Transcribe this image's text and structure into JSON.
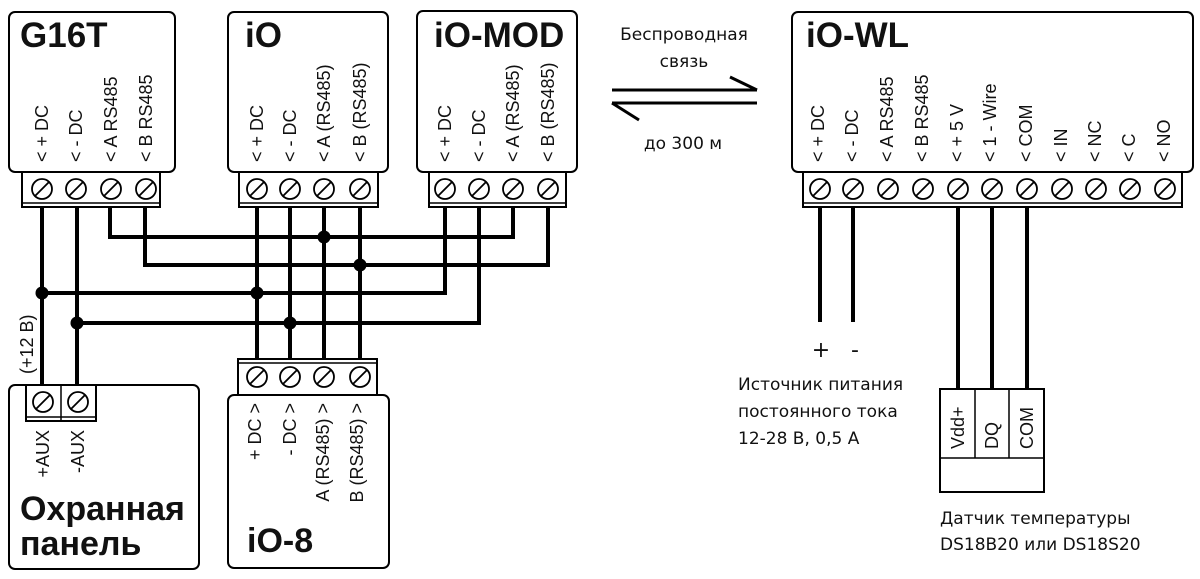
{
  "devices": {
    "g16t": {
      "title": "G16T",
      "terminals": [
        "< + DC",
        "< - DC",
        "< A RS485",
        "< B RS485"
      ]
    },
    "io": {
      "title": "iO",
      "terminals": [
        "< + DC",
        "< - DC",
        "< A (RS485)",
        "< B (RS485)"
      ]
    },
    "io_mod": {
      "title": "iO-MOD",
      "terminals": [
        "< + DC",
        "< - DC",
        "< A (RS485)",
        "< B (RS485)"
      ]
    },
    "io_wl": {
      "title": "iO-WL",
      "terminals": [
        "< + DC",
        "< - DC",
        "< A RS485",
        "< B RS485",
        "< + 5 V",
        "< 1 - Wire",
        "< COM",
        "< IN",
        "< NC",
        "< C",
        "< NO"
      ]
    },
    "io_8": {
      "title": "iO-8",
      "terminals": [
        "+ DC >",
        "- DC >",
        "A (RS485) >",
        "B (RS485) >"
      ]
    },
    "panel": {
      "title_lines": [
        "Охранная",
        "панель"
      ],
      "terminals": [
        "+AUX",
        "-AUX"
      ],
      "voltage_label": "(+12 В)"
    }
  },
  "wireless": {
    "line1": "Беспроводная",
    "line2": "связь",
    "range": "до 300 м"
  },
  "power_supply": {
    "plus": "+",
    "minus": "-",
    "lines": [
      "Источник питания",
      "постоянного тока",
      "12-28 В, 0,5 А"
    ]
  },
  "sensor": {
    "pins": [
      "Vdd+",
      "DQ",
      "COM"
    ],
    "lines": [
      "Датчик температуры",
      "DS18B20 или DS18S20"
    ]
  }
}
